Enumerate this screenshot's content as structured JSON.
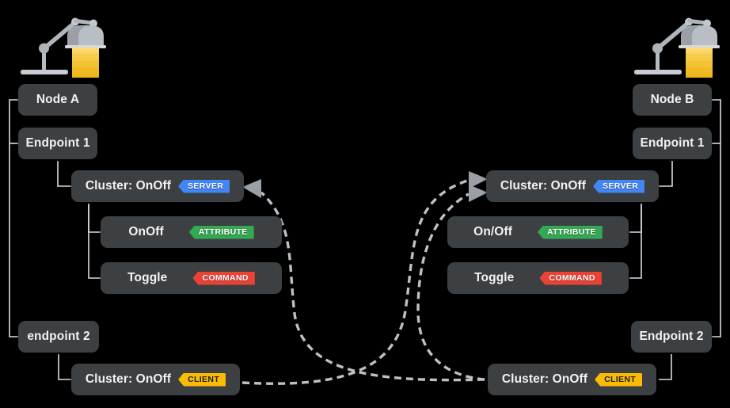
{
  "diagram": {
    "title": "Matter node binding: Node A client cluster bound to Node B server cluster",
    "background_color": "#000000",
    "box_color": "#3c4043",
    "text_color": "#f1f3f4",
    "tree_line_color": "#dadce0",
    "edge_color": "#bdc1c6"
  },
  "badges": {
    "server": {
      "label": "SERVER",
      "color": "#4285f4",
      "text_color": "#ffffff"
    },
    "client": {
      "label": "CLIENT",
      "color": "#fbbc04",
      "text_color": "#202124"
    },
    "attribute": {
      "label": "ATTRIBUTE",
      "color": "#34a853",
      "text_color": "#ffffff"
    },
    "command": {
      "label": "COMMAND",
      "color": "#ea4335",
      "text_color": "#ffffff"
    }
  },
  "left_node": {
    "icon": "desk-lamp-icon",
    "root": "Node A",
    "endpoint1": "Endpoint 1",
    "cluster_server": "Cluster: OnOff",
    "attribute": "OnOff",
    "command": "Toggle",
    "endpoint2": "endpoint 2",
    "cluster_client": "Cluster: OnOff"
  },
  "right_node": {
    "icon": "desk-lamp-icon",
    "root": "Node B",
    "endpoint1": "Endpoint 1",
    "cluster_server": "Cluster: OnOff",
    "attribute": "On/Off",
    "command": "Toggle",
    "endpoint2": "Endpoint 2",
    "cluster_client": "Cluster: OnOff"
  },
  "bindings": [
    {
      "name": "right-client-to-left-server",
      "from": "right_node.cluster_client",
      "to": "left_node.cluster_server",
      "direction": "left"
    },
    {
      "name": "left-client-to-right-server",
      "from": "left_node.cluster_client",
      "to": "right_node.cluster_server",
      "direction": "right"
    },
    {
      "name": "right-client-to-right-server",
      "from": "right_node.cluster_client",
      "to": "right_node.cluster_server",
      "direction": "right"
    }
  ]
}
